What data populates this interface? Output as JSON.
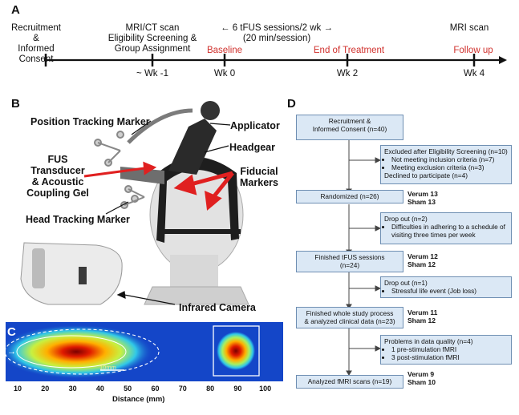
{
  "panel_a": {
    "letter": "A",
    "events": [
      {
        "label": "Recruitment\n&\nInformed Consent",
        "tick_label": ""
      },
      {
        "label": "MRI/CT scan\nEligibility Screening &\nGroup Assignment",
        "tick_label": "~ Wk -1"
      },
      {
        "label": "Baseline",
        "tick_label": "Wk 0"
      },
      {
        "label": "End of Treatment",
        "tick_label": "Wk 2"
      },
      {
        "label": "Follow up",
        "tick_label": "Wk 4"
      }
    ],
    "sessions_line1": "6 tFUS sessions/2 wk",
    "sessions_line2": "(20 min/session)",
    "mri_scan": "MRI scan",
    "red_color": "#d0312d"
  },
  "panel_b": {
    "letter": "B",
    "labels": {
      "position_tracking": "Position Tracking Marker",
      "applicator": "Applicator",
      "headgear": "Headgear",
      "fus": "FUS\nTransducer\n& Acoustic\nCoupling Gel",
      "fiducial": "Fiducial\nMarkers",
      "head_tracking": "Head Tracking Marker",
      "infrared": "Infrared Camera"
    }
  },
  "panel_c": {
    "letter": "C",
    "scale_label": "10mm",
    "axis_label": "Distance (mm)",
    "ticks": [
      "10",
      "20",
      "30",
      "40",
      "50",
      "60",
      "70",
      "80",
      "90",
      "100"
    ]
  },
  "panel_d": {
    "letter": "D",
    "boxes": {
      "recruitment": "Recruitment &\nInformed Consent (n=40)",
      "excluded_title": "Excluded after Eligibility Screening (n=10)",
      "excluded_items": [
        "Not meeting inclusion criteria (n=7)",
        "Meeting exclusion criteria (n=3)"
      ],
      "excluded_extra": "Declined to participate (n=4)",
      "randomized": "Randomized (n=26)",
      "dropout1_title": "Drop out (n=2)",
      "dropout1_items": [
        "Difficulties in adhering to a schedule of visiting three times per week"
      ],
      "finished_tfus": "Finished tFUS sessions\n(n=24)",
      "dropout2_title": "Drop out (n=1)",
      "dropout2_items": [
        "Stressful life event (Job loss)"
      ],
      "finished_study": "Finished whole study process\n& analyzed clinical data (n=23)",
      "problems_title": "Problems in data quality (n=4)",
      "problems_items": [
        "1 pre-stimulation fMRI",
        "3 post-stimulation fMRI"
      ],
      "analyzed": "Analyzed fMRI scans (n=19)"
    },
    "counts": {
      "randomized": "Verum 13\nSham 13",
      "finished_tfus": "Verum 12\nSham 12",
      "finished_study": "Verum 11\nSham 12",
      "analyzed": "Verum 9\nSham 10"
    }
  }
}
